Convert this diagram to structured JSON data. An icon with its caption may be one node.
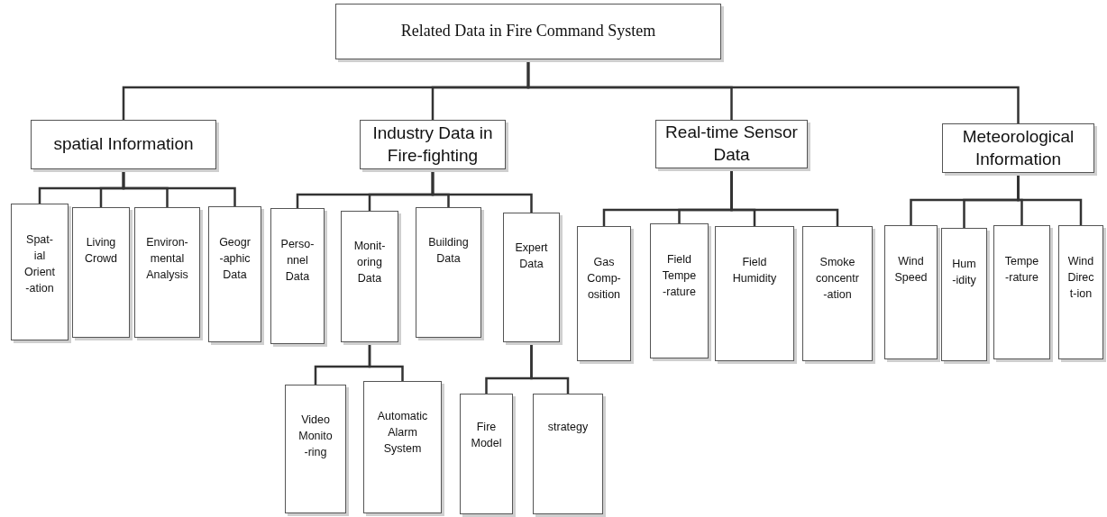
{
  "diagram": {
    "nodes": [
      {
        "text": [
          "Related Data in Fire Command System"
        ]
      },
      {
        "text": [
          "spatial Information"
        ]
      },
      {
        "text": [
          "Industry Data in Fire-fighting"
        ]
      },
      {
        "text": [
          "Real-time Sensor Data"
        ]
      },
      {
        "text": [
          "Meteorological Information"
        ]
      },
      {
        "text": [
          "Spat- ial Orient -ation"
        ]
      },
      {
        "text": [
          "Living Crowd"
        ]
      },
      {
        "text": [
          "Environ- mental Analysis"
        ]
      },
      {
        "text": [
          "Geogr -aphic Data"
        ]
      },
      {
        "text": [
          "Perso- nnel Data"
        ]
      },
      {
        "text": [
          "Monit- oring Data"
        ]
      },
      {
        "text": [
          "Building Data"
        ]
      },
      {
        "text": [
          "Expert Data"
        ]
      },
      {
        "text": [
          "Gas Comp- osition"
        ]
      },
      {
        "text": [
          "Field Tempe -rature"
        ]
      },
      {
        "text": [
          "Field Humidity"
        ]
      },
      {
        "text": [
          "Smoke concentr -ation"
        ]
      },
      {
        "text": [
          "Wind Speed"
        ]
      },
      {
        "text": [
          "Hum -idity"
        ]
      },
      {
        "text": [
          "Tempe -rature"
        ]
      },
      {
        "text": [
          "Wind Direc t-ion"
        ]
      },
      {
        "text": [
          "Video Monito -ring"
        ]
      },
      {
        "text": [
          "Automatic Alarm System"
        ]
      },
      {
        "text": [
          "Fire Model"
        ]
      },
      {
        "text": [
          "strategy"
        ]
      }
    ],
    "edges": [
      {
        "from": 0,
        "to": 1,
        "arrow": "none"
      },
      {
        "from": 0,
        "to": 2,
        "arrow": "none"
      },
      {
        "from": 0,
        "to": 3,
        "arrow": "none"
      },
      {
        "from": 0,
        "to": 4,
        "arrow": "none"
      },
      {
        "from": 1,
        "to": 5,
        "arrow": "none"
      },
      {
        "from": 1,
        "to": 6,
        "arrow": "none"
      },
      {
        "from": 1,
        "to": 7,
        "arrow": "none"
      },
      {
        "from": 1,
        "to": 8,
        "arrow": "none"
      },
      {
        "from": 2,
        "to": 9,
        "arrow": "none"
      },
      {
        "from": 2,
        "to": 10,
        "arrow": "none"
      },
      {
        "from": 2,
        "to": 11,
        "arrow": "none"
      },
      {
        "from": 2,
        "to": 12,
        "arrow": "none"
      },
      {
        "from": 3,
        "to": 13,
        "arrow": "none"
      },
      {
        "from": 3,
        "to": 14,
        "arrow": "none"
      },
      {
        "from": 3,
        "to": 15,
        "arrow": "none"
      },
      {
        "from": 3,
        "to": 16,
        "arrow": "none"
      },
      {
        "from": 4,
        "to": 17,
        "arrow": "none"
      },
      {
        "from": 4,
        "to": 18,
        "arrow": "none"
      },
      {
        "from": 4,
        "to": 19,
        "arrow": "none"
      },
      {
        "from": 4,
        "to": 20,
        "arrow": "none"
      },
      {
        "from": 10,
        "to": 21,
        "arrow": "none"
      },
      {
        "from": 10,
        "to": 22,
        "arrow": "none"
      },
      {
        "from": 12,
        "to": 23,
        "arrow": "none"
      },
      {
        "from": 12,
        "to": 24,
        "arrow": "none"
      }
    ]
  }
}
